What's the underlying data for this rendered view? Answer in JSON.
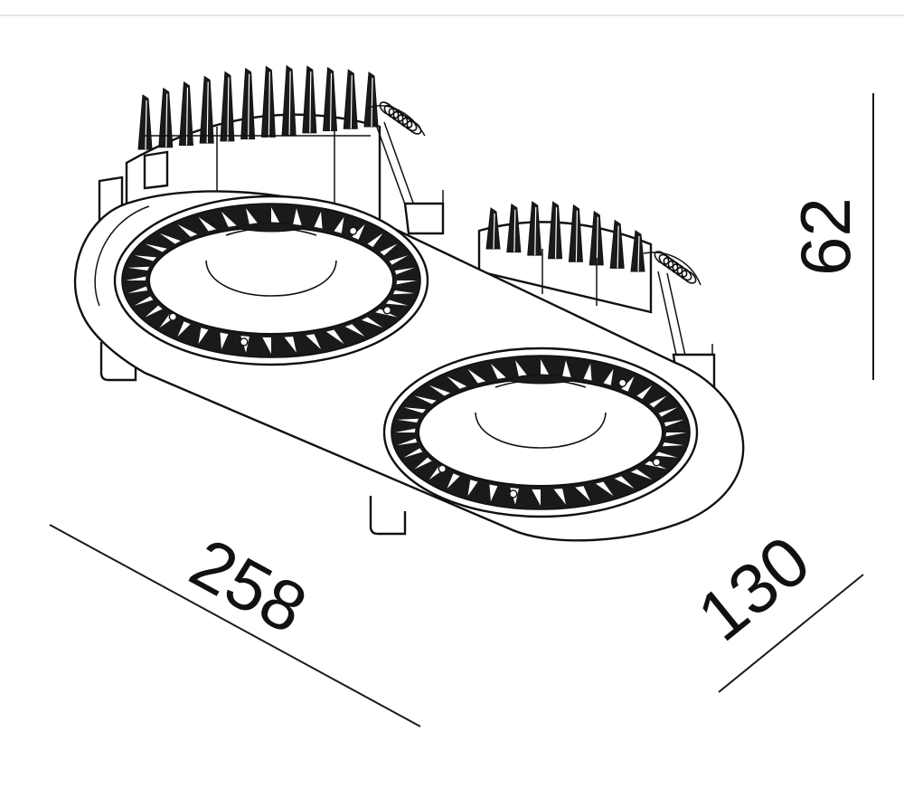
{
  "dimensions": {
    "length": "258",
    "width": "130",
    "height": "62"
  },
  "colors": {
    "line": "#111111",
    "background": "#ffffff",
    "top_rule": "#e6e6e6"
  }
}
